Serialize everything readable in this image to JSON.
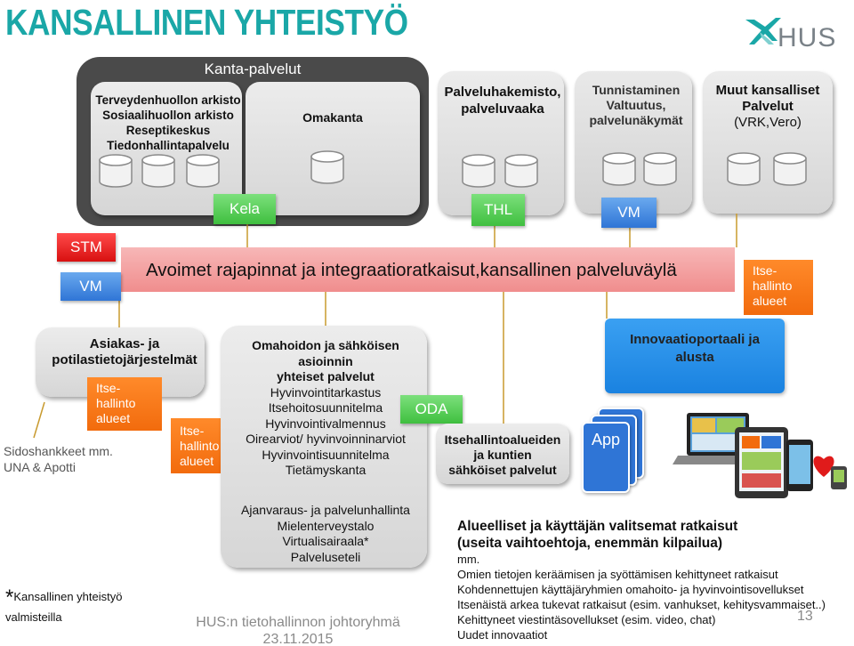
{
  "title": "KANSALLINEN YHTEISTYÖ",
  "logo_text": "HUS",
  "kanta": {
    "label": "Kanta-palvelut",
    "archives": [
      "Terveydenhuollon arkisto",
      "Sosiaalihuollon arkisto",
      "Reseptikeskus",
      "Tiedonhallintapalvelu"
    ],
    "omakanta": "Omakanta"
  },
  "palveluhakemisto": [
    "Palveluhakemisto,",
    "palveluvaaka"
  ],
  "tunnistaminen": [
    "Tunnistaminen",
    "Valtuutus,",
    "palvelunäkymät"
  ],
  "muut": [
    "Muut kansalliset",
    "Palvelut",
    "(VRK,Vero)"
  ],
  "tags": {
    "kela": "Kela",
    "thl": "THL",
    "vm_top": "VM",
    "stm": "STM",
    "vm_left": "VM",
    "oda": "ODA",
    "app": "App"
  },
  "banner": "Avoimet rajapinnat ja integraatioratkaisut,kansallinen palveluväylä",
  "itsehallinto": [
    "Itse-",
    "hallinto",
    "alueet"
  ],
  "asiakas": [
    "Asiakas- ja",
    "potilastietojärjestelmät"
  ],
  "sidoshankkeet": [
    "Sidoshankkeet mm.",
    "UNA & Apotti"
  ],
  "omahoito": {
    "heading": [
      "Omahoidon ja sähköisen",
      "asioinnin",
      "yhteiset palvelut"
    ],
    "items": [
      "Hyvinvointitarkastus",
      "Itsehoitosuunnitelma",
      "Hyvinvointivalmennus",
      "Oirearviot/ hyvinvoinninarviot",
      "Hyvinvointisuunnitelma",
      "Tietämyskanta"
    ],
    "items2": [
      "Ajanvaraus- ja palvelunhallinta",
      "Mielenterveystalo",
      "Virtualisairaala*",
      "Palveluseteli"
    ]
  },
  "itsehallintoalueiden": [
    "Itsehallintoalueiden",
    "ja kuntien",
    "sähköiset palvelut"
  ],
  "innovaatio": [
    "Innovaatioportaali ja",
    "alusta"
  ],
  "alueelliset": {
    "heading": [
      "Alueelliset ja käyttäjän valitsemat ratkaisut",
      "(useita vaihtoehtoja, enemmän kilpailua)"
    ],
    "lines": [
      "mm.",
      "Omien tietojen keräämisen ja syöttämisen kehittyneet ratkaisut",
      "Kohdennettujen käyttäjäryhmien omahoito- ja hyvinvointisovellukset",
      "Itsenäistä arkea tukevat ratkaisut (esim. vanhukset, kehitysvammaiset..)",
      "Kehittyneet viestintäsovellukset  (esim. video, chat)",
      "Uudet innovaatiot"
    ]
  },
  "footnote": [
    "*",
    "Kansallinen yhteistyö",
    "valmisteilla"
  ],
  "footer": [
    "HUS:n tietohallinnon johtoryhmä",
    "23.11.2015"
  ],
  "page_number": "13",
  "colors": {
    "title": "#1aa7a7",
    "banner": "#f4a5a5",
    "itse": "#f26b0d",
    "stm": "#e01b1b",
    "blue": "#2f75d6",
    "green": "#3fbf3f"
  }
}
